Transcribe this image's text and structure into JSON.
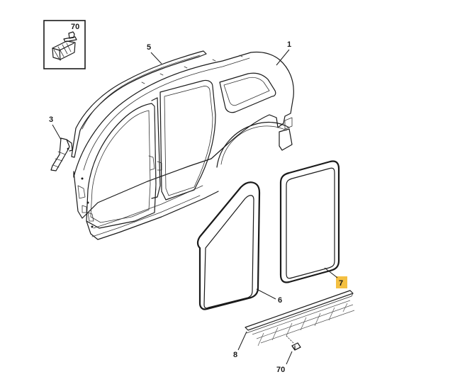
{
  "labels": {
    "inset_part": "70",
    "side_panel": "1",
    "roof_rail_molding": "5",
    "bracket": "3",
    "front_door_seal": "6",
    "rear_door_seal": "7",
    "sill_molding": "8",
    "sill_clip": "70"
  },
  "highlight_color": "#f4c042"
}
